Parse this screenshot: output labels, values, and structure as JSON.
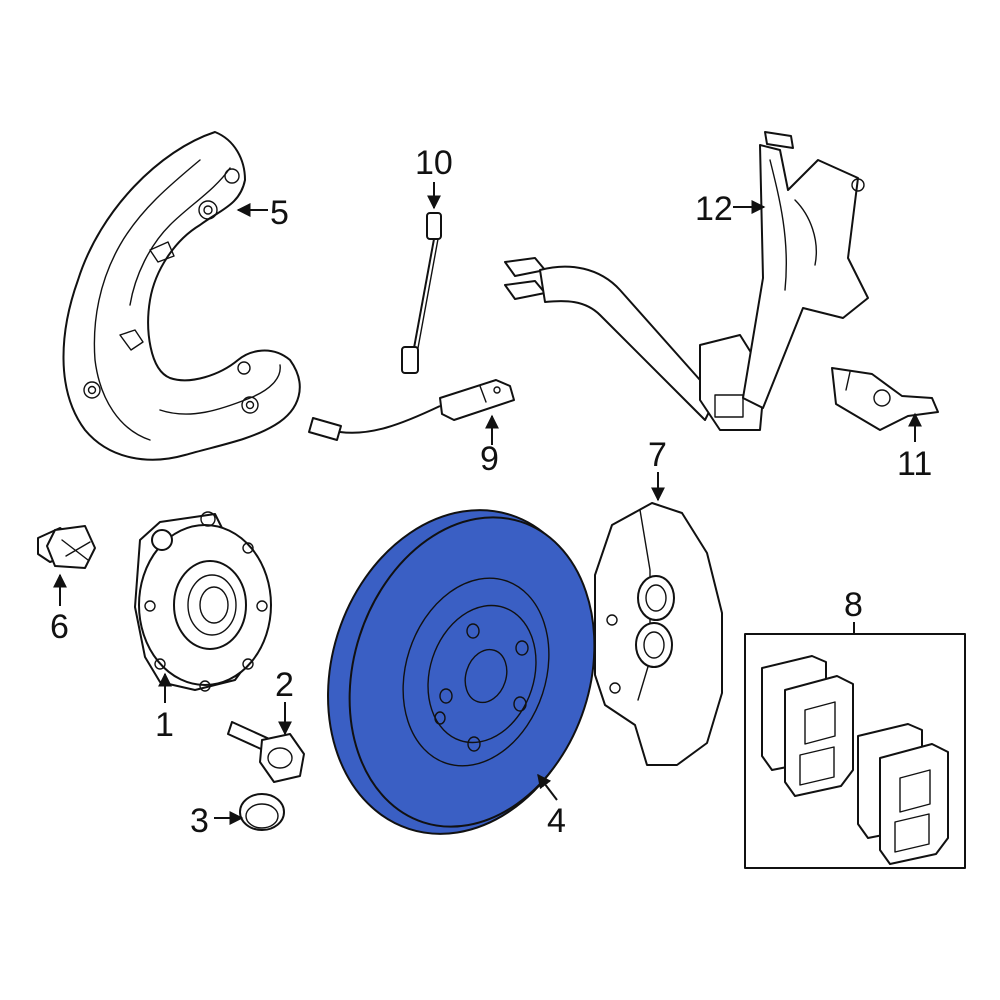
{
  "diagram": {
    "highlight_color": "#3a5fc4",
    "line_color": "#111111",
    "highlighted_part": "4",
    "parts": [
      {
        "id": "hub",
        "callout": "1"
      },
      {
        "id": "hub-bolt",
        "callout": "2"
      },
      {
        "id": "cap",
        "callout": "3"
      },
      {
        "id": "rotor",
        "callout": "4"
      },
      {
        "id": "splash-shield",
        "callout": "5"
      },
      {
        "id": "nut",
        "callout": "6"
      },
      {
        "id": "caliper",
        "callout": "7"
      },
      {
        "id": "pads",
        "callout": "8"
      },
      {
        "id": "wear-sensor",
        "callout": "9"
      },
      {
        "id": "sensor-lead",
        "callout": "10"
      },
      {
        "id": "speed-sensor",
        "callout": "11"
      },
      {
        "id": "bracket",
        "callout": "12"
      }
    ]
  }
}
